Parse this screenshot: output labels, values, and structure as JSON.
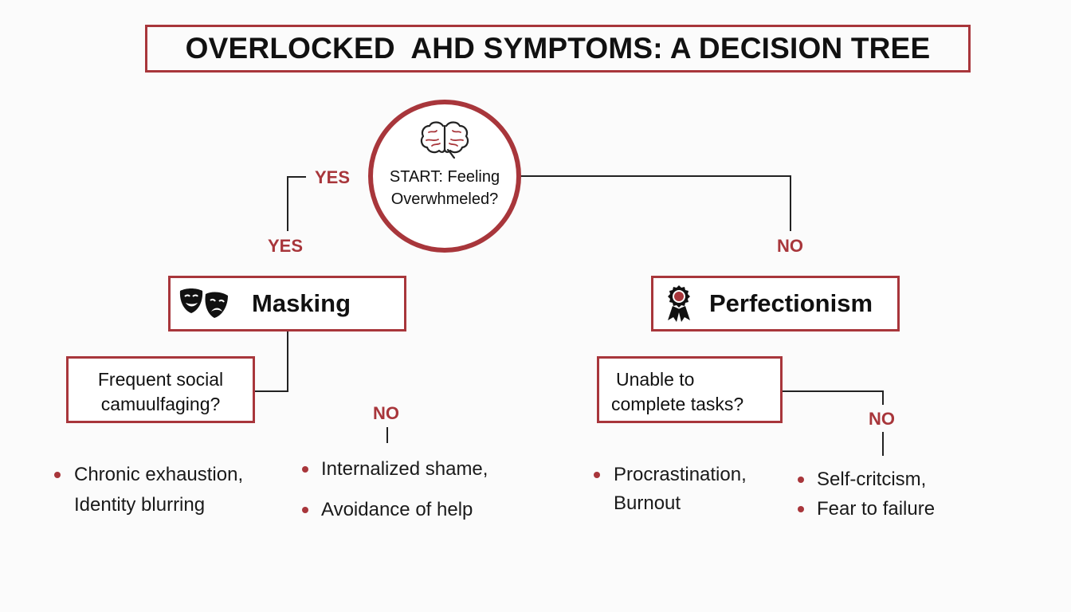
{
  "title": "OVERLOCKED  AHD SYMPTOMS: A DECISION TREE",
  "start": {
    "line1": "START: Feeling",
    "line2": "Overwhmeled?",
    "icon": "brain-icon"
  },
  "branch_labels": {
    "yes_upper": "YES",
    "yes_lower": "YES",
    "no_right": "NO",
    "no_masking": "NO",
    "no_perfectionism": "NO"
  },
  "masking": {
    "title": "Masking",
    "icon": "theater-masks-icon",
    "question": {
      "line1": "Frequent social",
      "line2": "camuulfaging?"
    },
    "left_bullet": {
      "line1": "Chronic exhaustion,",
      "line2": "Identity blurring"
    },
    "right_bullets": [
      "Internalized shame,",
      "Avoidance of help"
    ]
  },
  "perfectionism": {
    "title": "Perfectionism",
    "icon": "award-ribbon-icon",
    "question": {
      "line1": "Unable to",
      "line2": "complete tasks?"
    },
    "left_bullet": {
      "line1": "Procrastination,",
      "line2": "Burnout"
    },
    "right_bullets": [
      "Self-critcism,",
      "Fear to failure"
    ]
  },
  "colors": {
    "accent": "#a8363b",
    "text": "#111111",
    "background": "#fbfbfb"
  }
}
